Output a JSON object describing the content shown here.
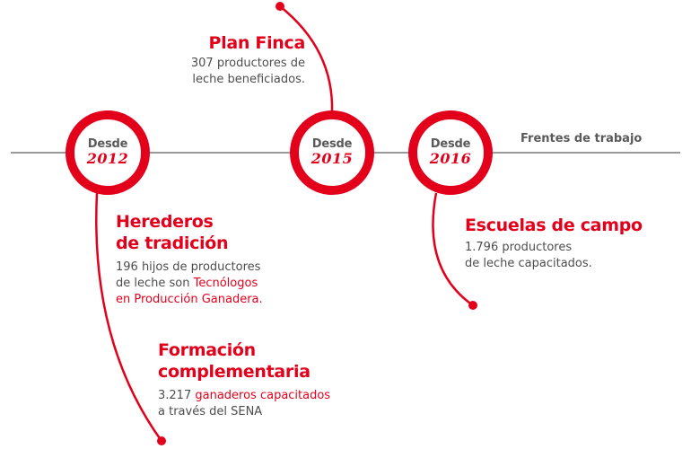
{
  "colors": {
    "accent": "#e3001b",
    "text": "#4d4d4d",
    "line": "#999999"
  },
  "timeline": {
    "axis_label": "Frentes de trabajo",
    "milestones": [
      {
        "prefix": "Desde",
        "year": "2012"
      },
      {
        "prefix": "Desde",
        "year": "2015"
      },
      {
        "prefix": "Desde",
        "year": "2016"
      }
    ]
  },
  "items": {
    "plan_finca": {
      "title": "Plan Finca",
      "desc_line1": "307 productores de",
      "desc_line2": "leche beneficiados."
    },
    "herederos": {
      "title": "Herederos\nde tradición",
      "desc_plain1": "196 hijos de productores",
      "desc_plain2": "de leche son ",
      "desc_hl1": "Tecnólogos",
      "desc_hl2": "en Producción Ganadera."
    },
    "formacion": {
      "title": "Formación\ncomplementaria",
      "desc_plain1": "3.217 ",
      "desc_hl1": "ganaderos capacitados",
      "desc_plain2": "a través del SENA"
    },
    "escuelas": {
      "title": "Escuelas de campo",
      "desc_line1": "1.796 productores",
      "desc_line2": "de leche capacitados."
    }
  }
}
